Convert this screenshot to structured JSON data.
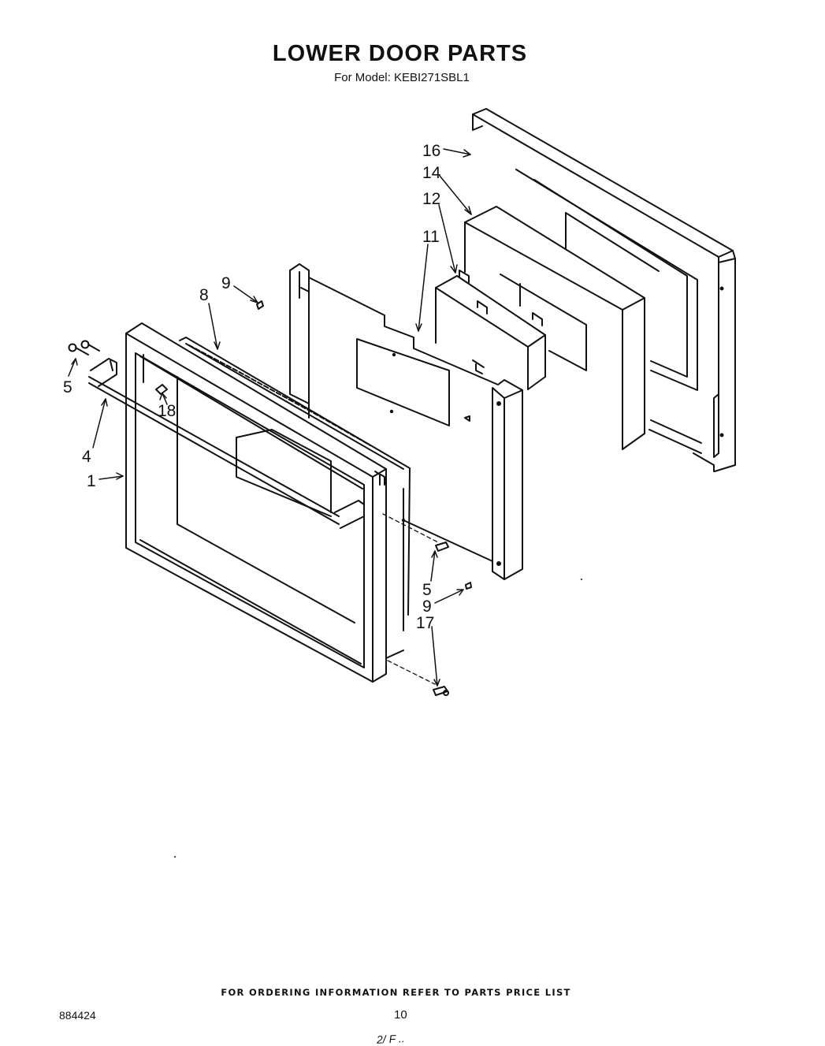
{
  "header": {
    "title": "LOWER DOOR PARTS",
    "subtitle": "For Model: KEBI271SBL1"
  },
  "callouts": {
    "c16": "16",
    "c14": "14",
    "c12": "12",
    "c11": "11",
    "c9_top": "9",
    "c8": "8",
    "c5_left": "5",
    "c18": "18",
    "c4": "4",
    "c1": "1",
    "c5_right": "5",
    "c9_right": "9",
    "c17": "17"
  },
  "footer": {
    "ordering_note": "FOR ORDERING INFORMATION REFER TO PARTS PRICE LIST",
    "document_number": "884424",
    "page_number": "10",
    "stamp": "2/ F .."
  }
}
